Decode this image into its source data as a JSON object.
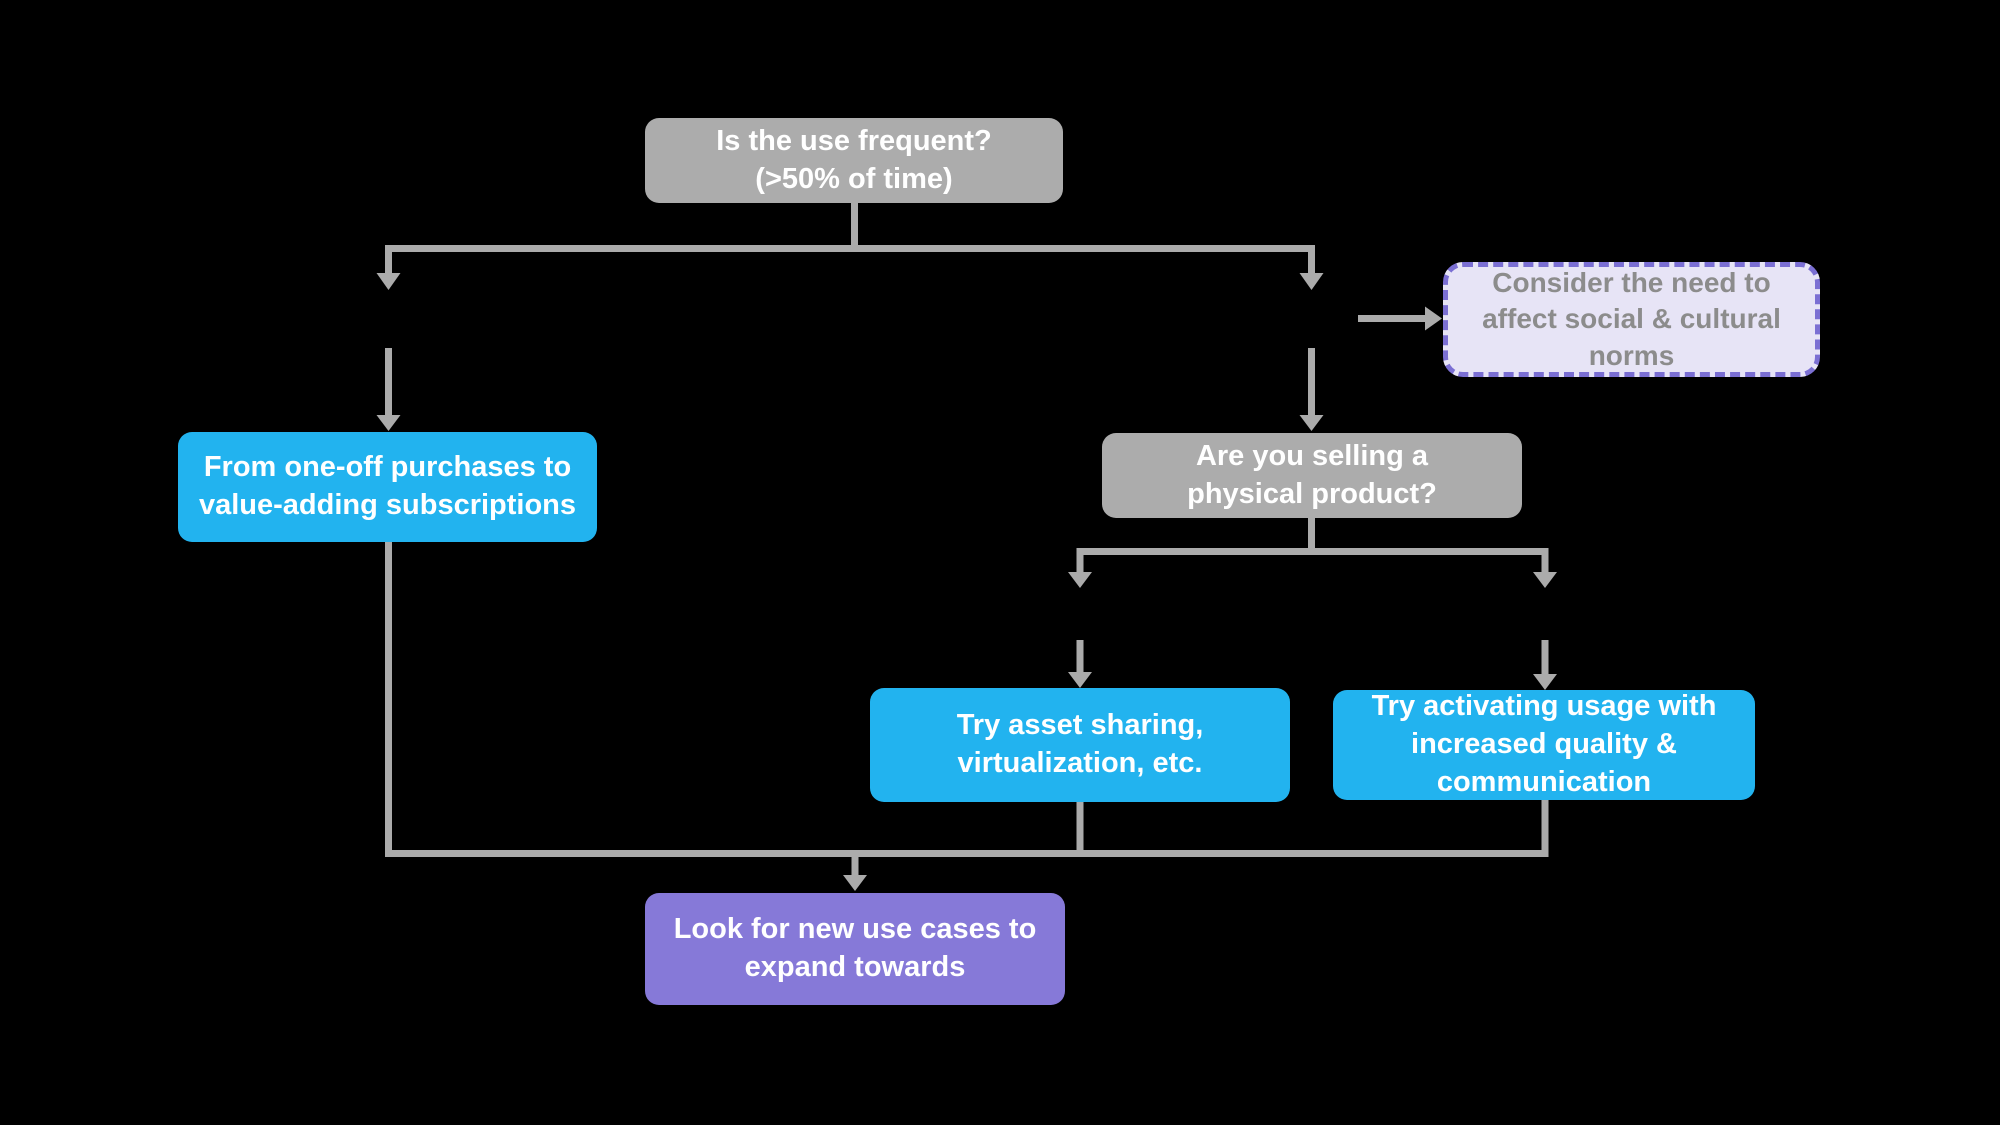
{
  "diagram": {
    "title": "Use frequency decision flowchart",
    "colors": {
      "background": "#000000",
      "connector": "#ABABAB",
      "question_bg": "#ACACAC",
      "action_bg": "#22B3EF",
      "result_bg": "#8679D8",
      "note_bg": "#E7E4F6",
      "note_border": "#7B6FD3",
      "note_text": "#8C8C8C",
      "node_text": "#FFFFFF"
    },
    "nodes": {
      "q_frequent": {
        "label": "Is the use frequent?\n(>50% of time)",
        "type": "question"
      },
      "a_subscriptions": {
        "label": "From one-off purchases to\nvalue-adding subscriptions",
        "type": "action"
      },
      "q_physical": {
        "label": "Are you selling a\nphysical product?",
        "type": "question"
      },
      "note_norms": {
        "label": "Consider the need to\naffect social & cultural\nnorms",
        "type": "note"
      },
      "a_sharing": {
        "label": "Try asset sharing,\nvirtualization, etc.",
        "type": "action"
      },
      "a_activating": {
        "label": "Try activating usage with\nincreased quality &\ncommunication",
        "type": "action"
      },
      "a_new_use_cases": {
        "label": "Look for new use cases to\nexpand towards",
        "type": "result"
      }
    },
    "edges": [
      {
        "from": "q_frequent",
        "to": "a_subscriptions",
        "branch": "left"
      },
      {
        "from": "q_frequent",
        "to": "q_physical",
        "branch": "right"
      },
      {
        "from": "q_frequent",
        "to": "note_norms",
        "branch": "side"
      },
      {
        "from": "q_physical",
        "to": "a_sharing",
        "branch": "left"
      },
      {
        "from": "q_physical",
        "to": "a_activating",
        "branch": "right"
      },
      {
        "from": "a_subscriptions",
        "to": "a_new_use_cases"
      },
      {
        "from": "a_sharing",
        "to": "a_new_use_cases"
      },
      {
        "from": "a_activating",
        "to": "a_new_use_cases"
      }
    ]
  }
}
